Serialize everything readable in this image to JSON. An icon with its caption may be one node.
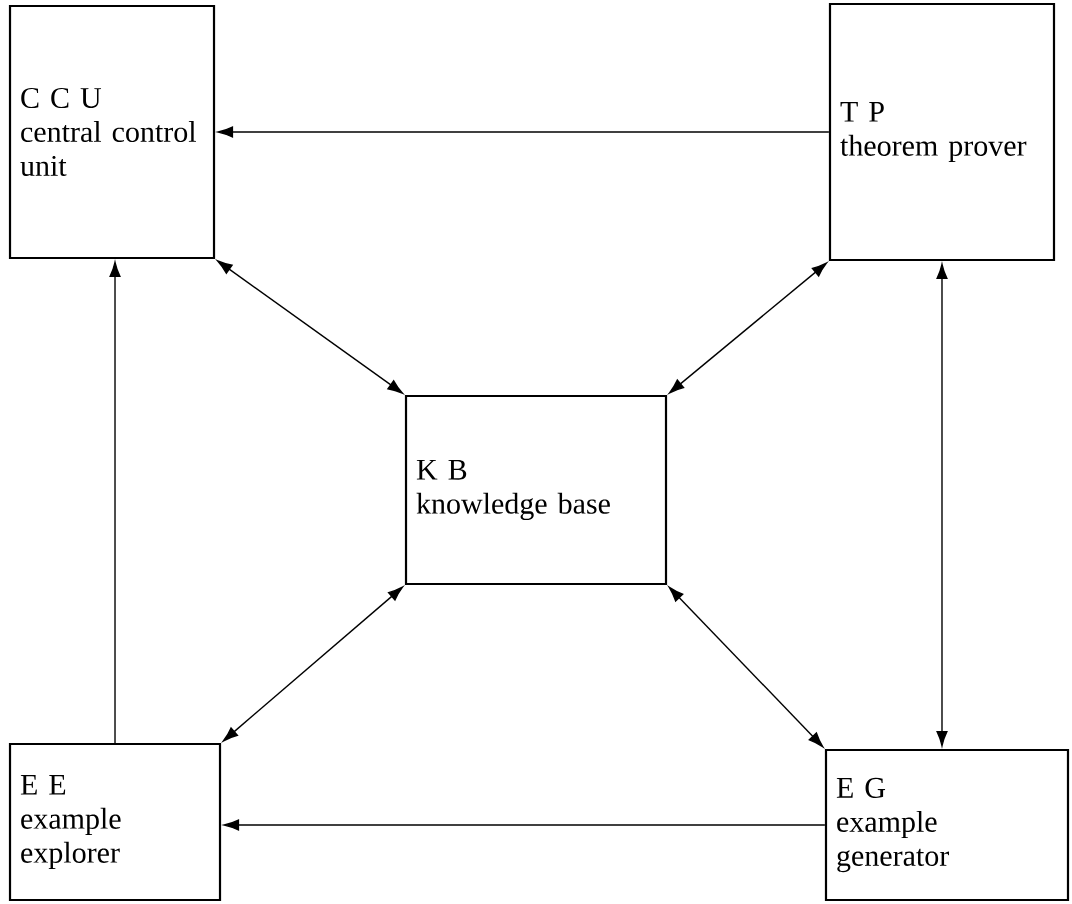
{
  "diagram": {
    "nodes": [
      {
        "text": [
          "C C U",
          "central control unit"
        ]
      },
      {
        "text": [
          "T P",
          "theorem prover"
        ]
      },
      {
        "text": [
          "K B",
          "knowledge base"
        ]
      },
      {
        "text": [
          "E E",
          "example explorer"
        ]
      },
      {
        "text": [
          "E G",
          "example generator"
        ]
      }
    ],
    "edges": [
      {
        "from": 1,
        "to": 0,
        "arrow": "to"
      },
      {
        "from": 0,
        "to": 2,
        "arrow": "both"
      },
      {
        "from": 1,
        "to": 2,
        "arrow": "both"
      },
      {
        "from": 2,
        "to": 3,
        "arrow": "both"
      },
      {
        "from": 2,
        "to": 4,
        "arrow": "both"
      },
      {
        "from": 3,
        "to": 0,
        "arrow": "to"
      },
      {
        "from": 4,
        "to": 3,
        "arrow": "to"
      },
      {
        "from": 1,
        "to": 4,
        "arrow": "both"
      }
    ]
  }
}
